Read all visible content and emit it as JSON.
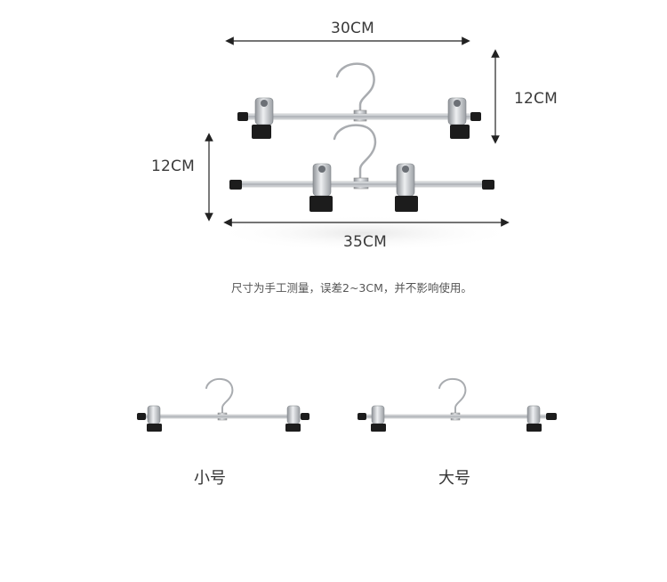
{
  "dimensions": {
    "top_width": "30CM",
    "top_height": "12CM",
    "left_height": "12CM",
    "bottom_width": "35CM"
  },
  "note": "尺寸为手工测量，误差2~3CM，并不影响使用。",
  "sizes": {
    "small_label": "小号",
    "large_label": "大号"
  },
  "colors": {
    "chrome": "#b9bcc0",
    "clip_black": "#1c1c1c",
    "arrow": "#222222"
  }
}
